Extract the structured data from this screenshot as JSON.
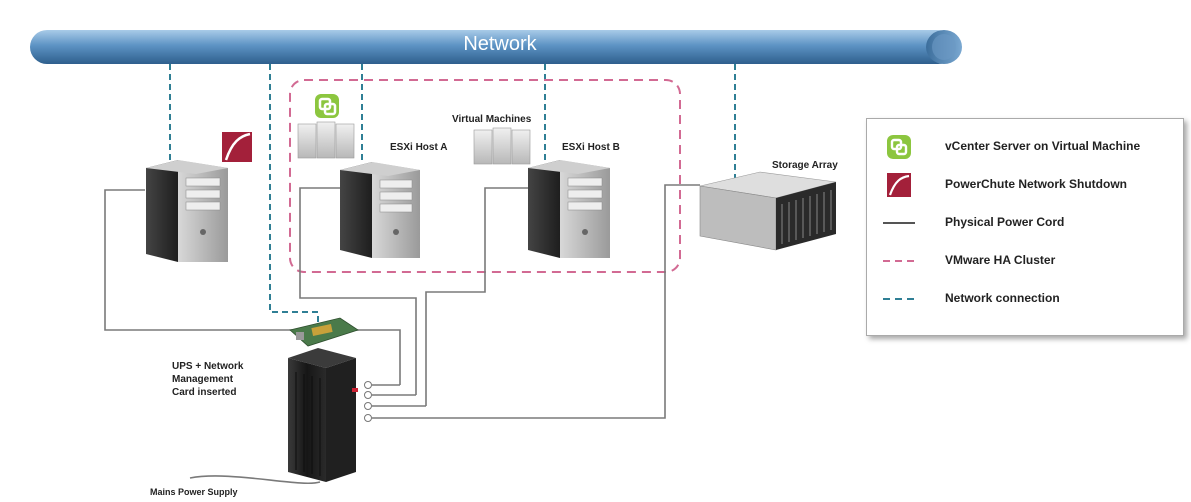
{
  "network": {
    "label": "Network"
  },
  "hosts": {
    "esxi_a": "ESXi Host A",
    "esxi_b": "ESXi Host B",
    "virtual_machines": "Virtual Machines",
    "storage_array": "Storage Array"
  },
  "ups": {
    "label": "UPS + Network\nManagement\nCard inserted",
    "mains": "Mains Power Supply"
  },
  "legend": {
    "items": [
      {
        "symbol": "vcenter-icon",
        "label": "vCenter Server on Virtual Machine"
      },
      {
        "symbol": "powerchute-icon",
        "label": "PowerChute Network Shutdown"
      },
      {
        "symbol": "solid-line",
        "label": "Physical Power Cord"
      },
      {
        "symbol": "pink-dashed-line",
        "label": "VMware HA Cluster"
      },
      {
        "symbol": "teal-dashed-line",
        "label": "Network connection"
      }
    ]
  },
  "colors": {
    "network_bar": "#4f86b8",
    "network_dash": "#2f7f95",
    "cluster_dash": "#d26a93",
    "power_cord": "#777777",
    "vcenter": "#8cc63f",
    "powerchute": "#a3203a"
  }
}
